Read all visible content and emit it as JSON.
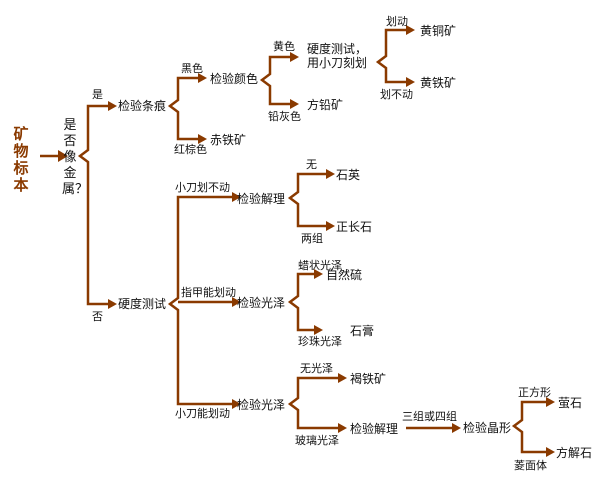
{
  "root": "矿物标本",
  "question": "是否像金属？",
  "edges": {
    "yes": "是",
    "no": "否",
    "black": "黑色",
    "reddish_brown": "红棕色",
    "yellow": "黄色",
    "lead_gray": "铅灰色",
    "scratch": "划动",
    "no_scratch": "划不动",
    "knife_cannot": "小刀划不动",
    "none": "无",
    "two_groups": "两组",
    "fingernail": "指甲能划动",
    "waxy": "蜡状光泽",
    "pearly": "珍珠光泽",
    "knife_can": "小刀能划动",
    "no_luster": "无光泽",
    "glassy": "玻璃光泽",
    "three_four": "三组或四组",
    "cube": "正方形",
    "rhomb": "菱面体"
  },
  "nodes": {
    "streak": "检验条痕",
    "color": "检验颜色",
    "hardness_knife": "硬度测试，用小刀刻划",
    "chalcopyrite": "黄铜矿",
    "pyrite": "黄铁矿",
    "galena": "方铅矿",
    "hematite": "赤铁矿",
    "hardness": "硬度测试",
    "cleavage1": "检验解理",
    "quartz": "石英",
    "orthoclase": "正长石",
    "luster1": "检验光泽",
    "sulfur": "自然硫",
    "gypsum": "石膏",
    "luster2": "检验光泽",
    "limonite": "褐铁矿",
    "cleavage2": "检验解理",
    "crystal": "检验晶形",
    "fluorite": "萤石",
    "calcite": "方解石"
  },
  "colors": {
    "line": "#8a3a00",
    "title": "#8a3a00"
  }
}
